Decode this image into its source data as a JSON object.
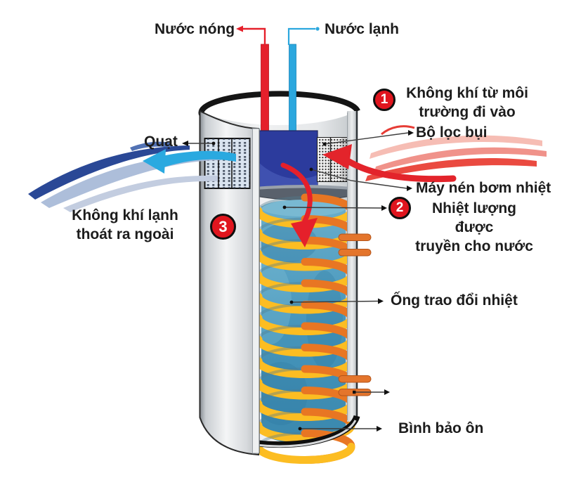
{
  "labels": {
    "hot_water": "Nước nóng",
    "cold_water": "Nước lạnh",
    "fan": "Quạt",
    "cold_air_out_line1": "Không khí lạnh",
    "cold_air_out_line2": "thoát ra ngoài",
    "step1_line1": "Không khí từ môi",
    "step1_line2": "trường đi vào",
    "dust_filter": "Bộ lọc bụi",
    "compressor": "Máy nén bơm nhiệt",
    "step2_line1": "Nhiệt lượng được",
    "step2_line2": "truyền cho nước",
    "heat_exchanger": "Ống trao đổi nhiệt",
    "insulated_tank": "Bình bảo ôn"
  },
  "badges": {
    "one": "1",
    "two": "2",
    "three": "3"
  },
  "colors": {
    "hot_red": "#e5202b",
    "cold_blue": "#2ba7de",
    "coil_front": "#fcbd22",
    "coil_back": "#e87623",
    "water": "#4695bb",
    "compressor_navy": "#2c3b9d",
    "badge_red": "#e0151e",
    "cold_swoosh_blue": "#2a4896",
    "warm_swoosh_red": "#ea4a40"
  }
}
